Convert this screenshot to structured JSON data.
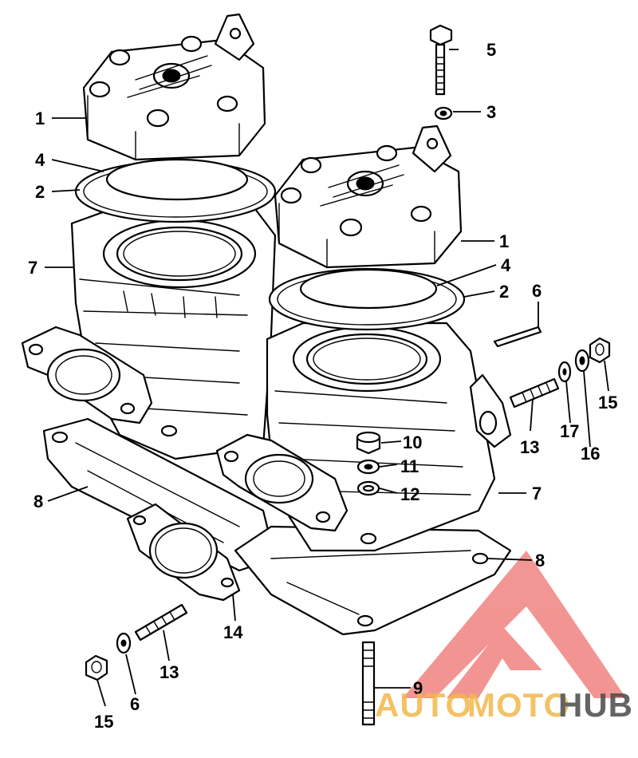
{
  "diagram": {
    "callouts": {
      "c1a": "1",
      "c1b": "1",
      "c2a": "2",
      "c2b": "2",
      "c3": "3",
      "c4a": "4",
      "c4b": "4",
      "c5": "5",
      "c6a": "6",
      "c6b": "6",
      "c7a": "7",
      "c7b": "7",
      "c8a": "8",
      "c8b": "8",
      "c9": "9",
      "c10": "10",
      "c11": "11",
      "c12": "12",
      "c13a": "13",
      "c13b": "13",
      "c14": "14",
      "c15a": "15",
      "c15b": "15",
      "c16": "16",
      "c17": "17"
    }
  },
  "watermark": {
    "part1": "AUTO",
    "part2": "MOTO",
    "part3": "HUB",
    "color_primary": "#e8403a",
    "color_secondary": "#f2b84b",
    "color_tertiary": "#4a4a4a"
  }
}
